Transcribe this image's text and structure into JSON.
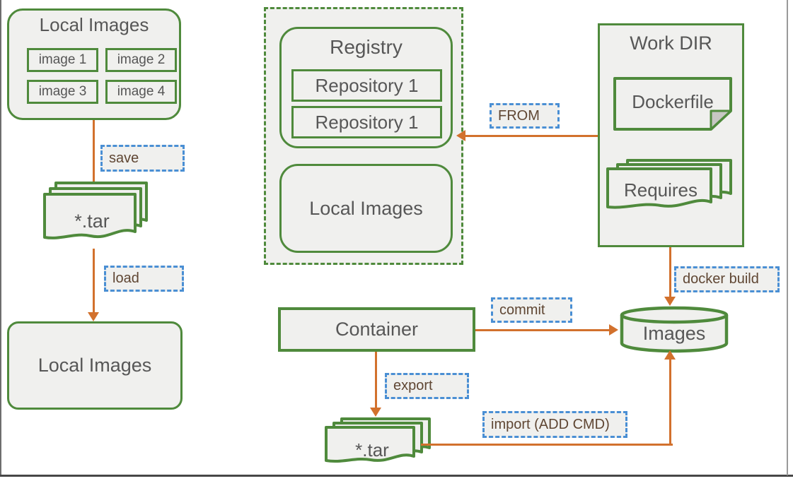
{
  "colors": {
    "green": "#4f8a3c",
    "orange": "#d2712d",
    "blue": "#4a8fd4",
    "fill": "#f0f0ee",
    "title_text": "#575757",
    "label_text": "#5f4633"
  },
  "left": {
    "local_images_top": {
      "title": "Local Images",
      "items": [
        "image 1",
        "image 2",
        "image 3",
        "image 4"
      ]
    },
    "save_label": "save",
    "tar_label": "*.tar",
    "load_label": "load",
    "local_images_bottom": "Local Images"
  },
  "middle": {
    "registry_title": "Registry",
    "repositories": [
      "Repository 1",
      "Repository 1"
    ],
    "local_images_label": "Local Images",
    "from_label": "FROM"
  },
  "right": {
    "work_dir_title": "Work DIR",
    "dockerfile_label": "Dockerfile",
    "requires_label": "Requires",
    "docker_build_label": "docker build",
    "images_label": "Images",
    "container_label": "Container",
    "commit_label": "commit",
    "export_label": "export",
    "tar_label": "*.tar",
    "import_label": "import (ADD CMD)"
  }
}
